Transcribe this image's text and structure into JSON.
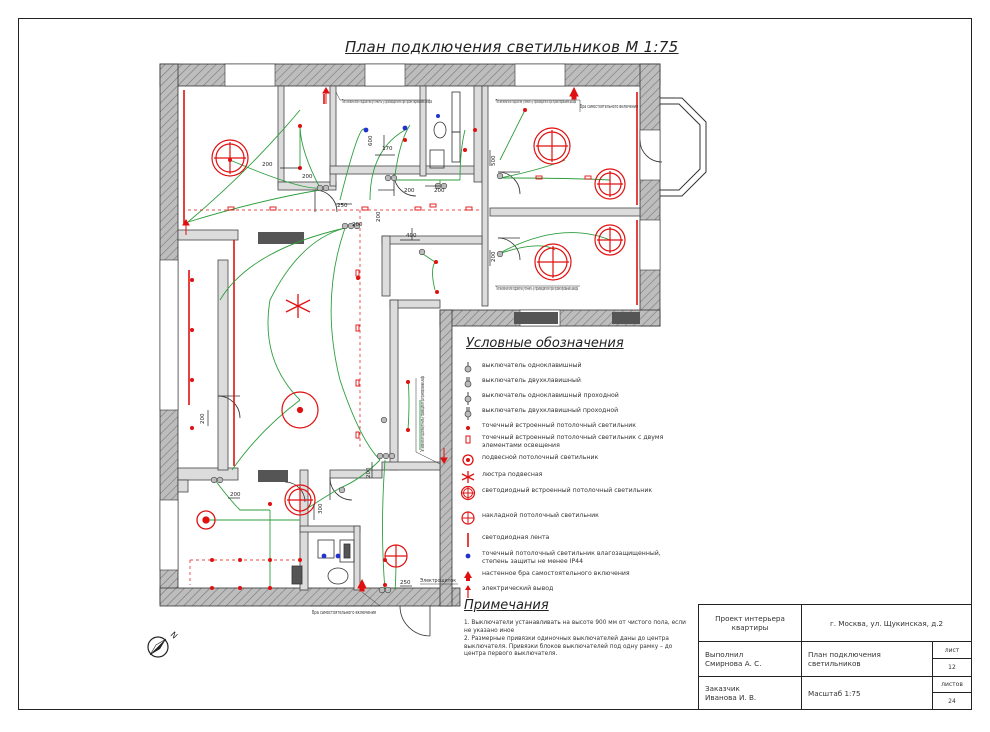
{
  "title": "План подключения светильников М 1:75",
  "plan": {
    "dims": [
      "200",
      "250",
      "170",
      "200",
      "200",
      "400",
      "600",
      "200",
      "500",
      "200",
      "200",
      "200",
      "200",
      "200",
      "200",
      "250",
      "300"
    ],
    "notes_on_plan": [
      "Тип включателя подсветки уточнить у производителя при проектировании шкафа",
      "Тип включателя подсветки уточнить у производителя при проектировании шкафа",
      "Тип включателя подсветки уточнить у производителя при проектировании шкафа",
      "Тип включателя подсветки уточнить у производителя при проектировании шкафа",
      "Бра самостоятельного включения",
      "Бра самостоятельного включения",
      "Электрощиток"
    ]
  },
  "legend": {
    "title": "Условные обозначения",
    "items": [
      {
        "symbol": "switch-1-key",
        "label": "выключатель одноклавишный"
      },
      {
        "symbol": "switch-2-key",
        "label": "выключатель двухклавишный"
      },
      {
        "symbol": "switch-1-key-pass",
        "label": "выключатель одноклавишный проходной"
      },
      {
        "symbol": "switch-2-key-pass",
        "label": "выключатель двухклавишный проходной"
      },
      {
        "symbol": "spot-dot",
        "label": "точечный встроенный потолочный светильник"
      },
      {
        "symbol": "spot-double",
        "label": "точечный встроенный потолочный светильник с двумя элементами освещения"
      },
      {
        "symbol": "pendant-ceiling",
        "label": "подвесной потолочный светильник"
      },
      {
        "symbol": "chandelier",
        "label": "люстра подвесная"
      },
      {
        "symbol": "led-ceiling",
        "label": "светодиодный встроенный потолочный светильник"
      },
      {
        "symbol": "surface-ceiling",
        "label": "накладной потолочный светильник"
      },
      {
        "symbol": "led-strip",
        "label": "светодиодная лента"
      },
      {
        "symbol": "spot-wet",
        "label": "точечный потолочный светильник влагозащищенный, степень защиты не менее IP44"
      },
      {
        "symbol": "wall-sconce",
        "label": "настенное бра самостоятельного включения"
      },
      {
        "symbol": "electric-outlet",
        "label": "электрический вывод"
      }
    ]
  },
  "notes": {
    "title": "Примечания",
    "items": [
      "1. Выключатели устанавливать на высоте 900 мм от чистого пола, если не указано иное",
      "2. Размерные привязки одиночных выключателей даны до центра выключателя. Привязки блоков выключателей под одну рамку – до центра первого выключателя."
    ]
  },
  "title_block": {
    "project": "Проект интерьера квартиры",
    "address": "г. Москва, ул. Щукинская, д.2",
    "executor_label": "Выполнил",
    "executor": "Смирнова А. С.",
    "sheet_name": "План подключения светильников",
    "sheet_label": "лист",
    "sheet_no": "12",
    "customer_label": "Заказчик",
    "customer": "Иванова И. В.",
    "scale": "Масштаб 1:75",
    "sheets_label": "листов",
    "sheets_total": "24"
  },
  "compass": {
    "label": "N"
  },
  "colors": {
    "wall": "#555555",
    "wire": "#2e9e3e",
    "fixture": "#e01010",
    "wet_spot": "#2233cc",
    "line": "#222222"
  }
}
